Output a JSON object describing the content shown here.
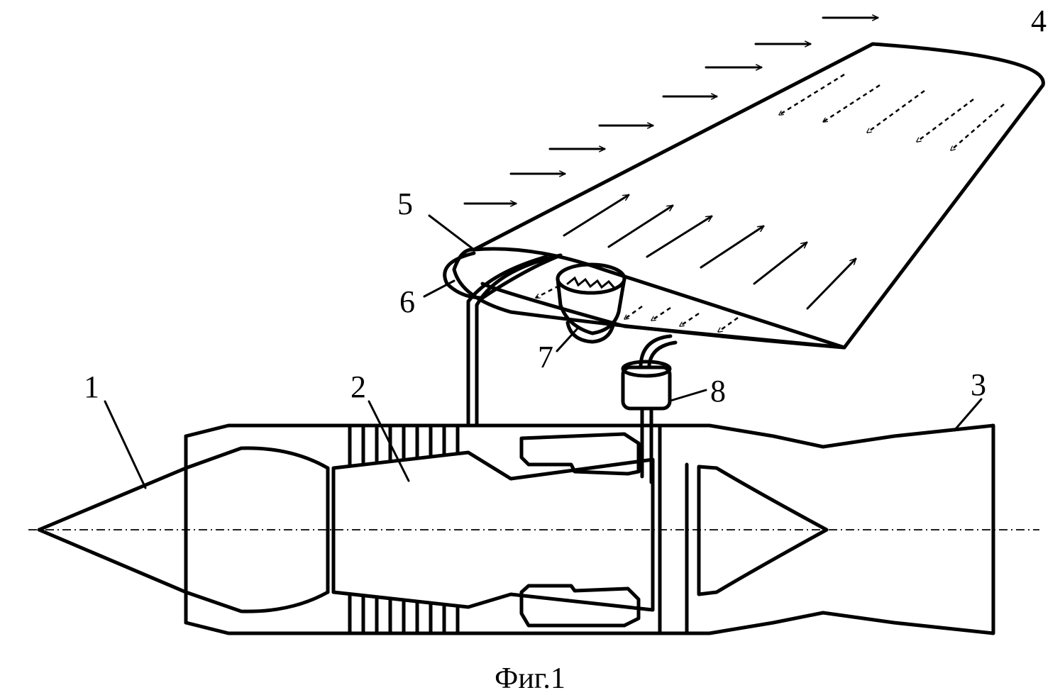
{
  "figure": {
    "caption": "Фиг.1",
    "labels": {
      "l1": "1",
      "l2": "2",
      "l3": "3",
      "l4": "4",
      "l5": "5",
      "l6": "6",
      "l7": "7",
      "l8": "8"
    }
  }
}
